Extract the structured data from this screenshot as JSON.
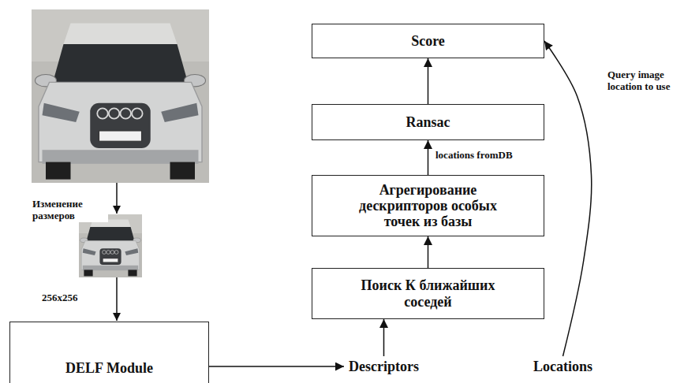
{
  "diagram": {
    "nodes": [
      {
        "text": [
          "Score"
        ]
      },
      {
        "text": [
          "Ransac"
        ]
      },
      {
        "text": [
          "Агрегирование дескрипторов особых точек из базы"
        ]
      },
      {
        "text": [
          "Поиск К ближайших соседей"
        ]
      },
      {
        "text": [
          "DELF Module"
        ]
      },
      {
        "text": [
          "Descriptors"
        ]
      },
      {
        "text": [
          "Locations"
        ]
      }
    ],
    "edges": [
      {
        "from": 4,
        "to": 5,
        "arrow": "to"
      },
      {
        "from": 5,
        "to": 3,
        "arrow": "to"
      },
      {
        "from": 3,
        "to": 2,
        "arrow": "to"
      },
      {
        "from": 2,
        "to": 1,
        "label": "locations fromDB",
        "arrow": "to"
      },
      {
        "from": 1,
        "to": 0,
        "arrow": "to"
      },
      {
        "from": 6,
        "to": 0,
        "label": "Query image location to use",
        "arrow": "to"
      }
    ],
    "labels": [
      "Изменение размеров",
      "256x256"
    ]
  }
}
